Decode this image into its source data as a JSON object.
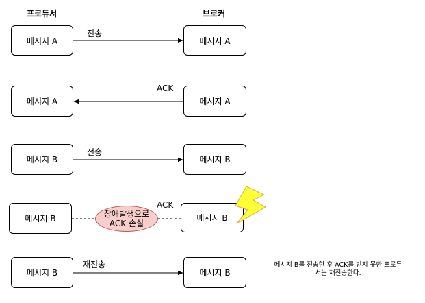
{
  "headers": {
    "producer": "프로듀서",
    "broker": "브로커"
  },
  "steps": [
    {
      "producer_msg": "메시지 A",
      "broker_msg": "메시지 A",
      "label": "전송"
    },
    {
      "producer_msg": "메시지 A",
      "broker_msg": "메시지 A",
      "label": "ACK"
    },
    {
      "producer_msg": "메시지 B",
      "broker_msg": "메시지 B",
      "label": "전송"
    },
    {
      "producer_msg": "메시지 B",
      "broker_msg": "메시지 B",
      "label": "ACK",
      "failure": {
        "line1": "장애발생으로",
        "line2": "ACK 손실"
      }
    },
    {
      "producer_msg": "메시지 B",
      "broker_msg": "메시지 B",
      "label": "재전송"
    }
  ],
  "note": {
    "line1": "메시지 B를 전송한 후 ACK를 받지 못한 프로듀",
    "line2": "서는 재전송한다."
  },
  "colors": {
    "failure_fill": "#f8cecc",
    "failure_stroke": "#b85450",
    "lightning_fill": "#ffff33",
    "lightning_stroke": "#d6b656"
  },
  "icons": {
    "lightning": "lightning-icon"
  }
}
